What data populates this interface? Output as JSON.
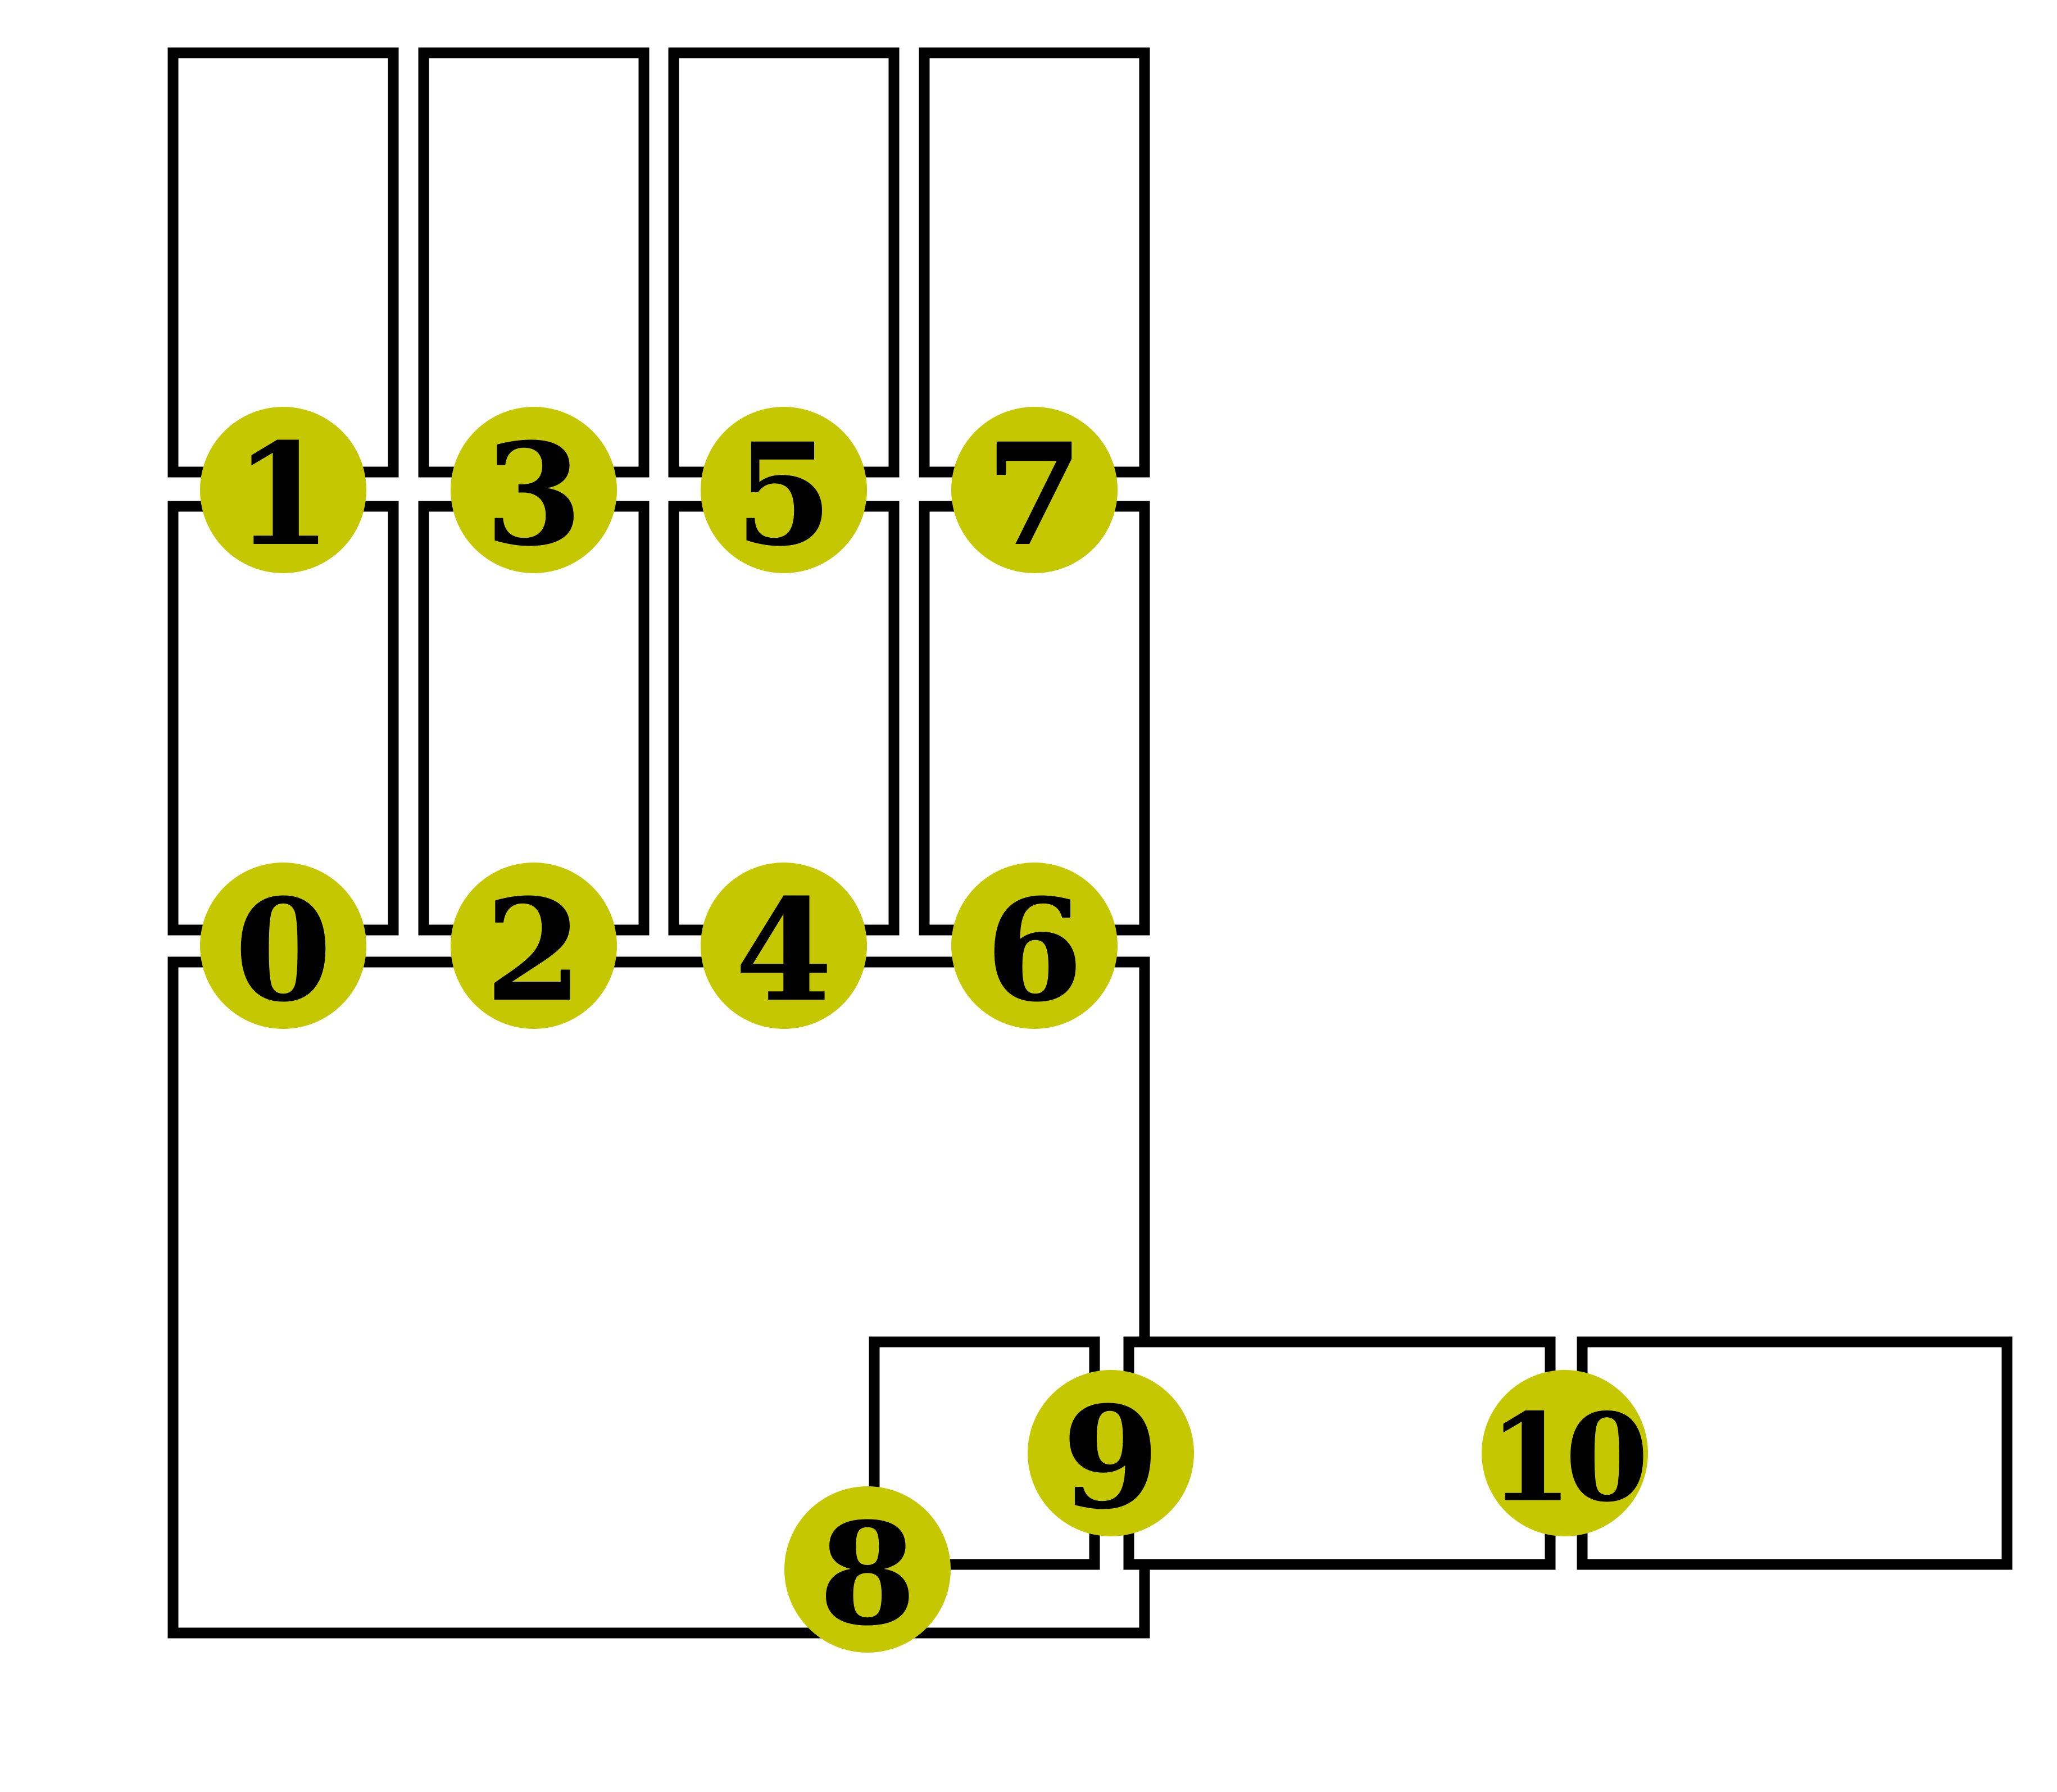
{
  "colors": {
    "background": "#ffffff",
    "box_stroke": "#000000",
    "marker_fill": "#c5c700",
    "label_color": "#000000"
  },
  "markers": [
    {
      "id": "marker-0",
      "label": "0"
    },
    {
      "id": "marker-1",
      "label": "1"
    },
    {
      "id": "marker-2",
      "label": "2"
    },
    {
      "id": "marker-3",
      "label": "3"
    },
    {
      "id": "marker-4",
      "label": "4"
    },
    {
      "id": "marker-5",
      "label": "5"
    },
    {
      "id": "marker-6",
      "label": "6"
    },
    {
      "id": "marker-7",
      "label": "7"
    },
    {
      "id": "marker-8",
      "label": "8"
    },
    {
      "id": "marker-9",
      "label": "9"
    },
    {
      "id": "marker-10",
      "label": "10"
    }
  ]
}
